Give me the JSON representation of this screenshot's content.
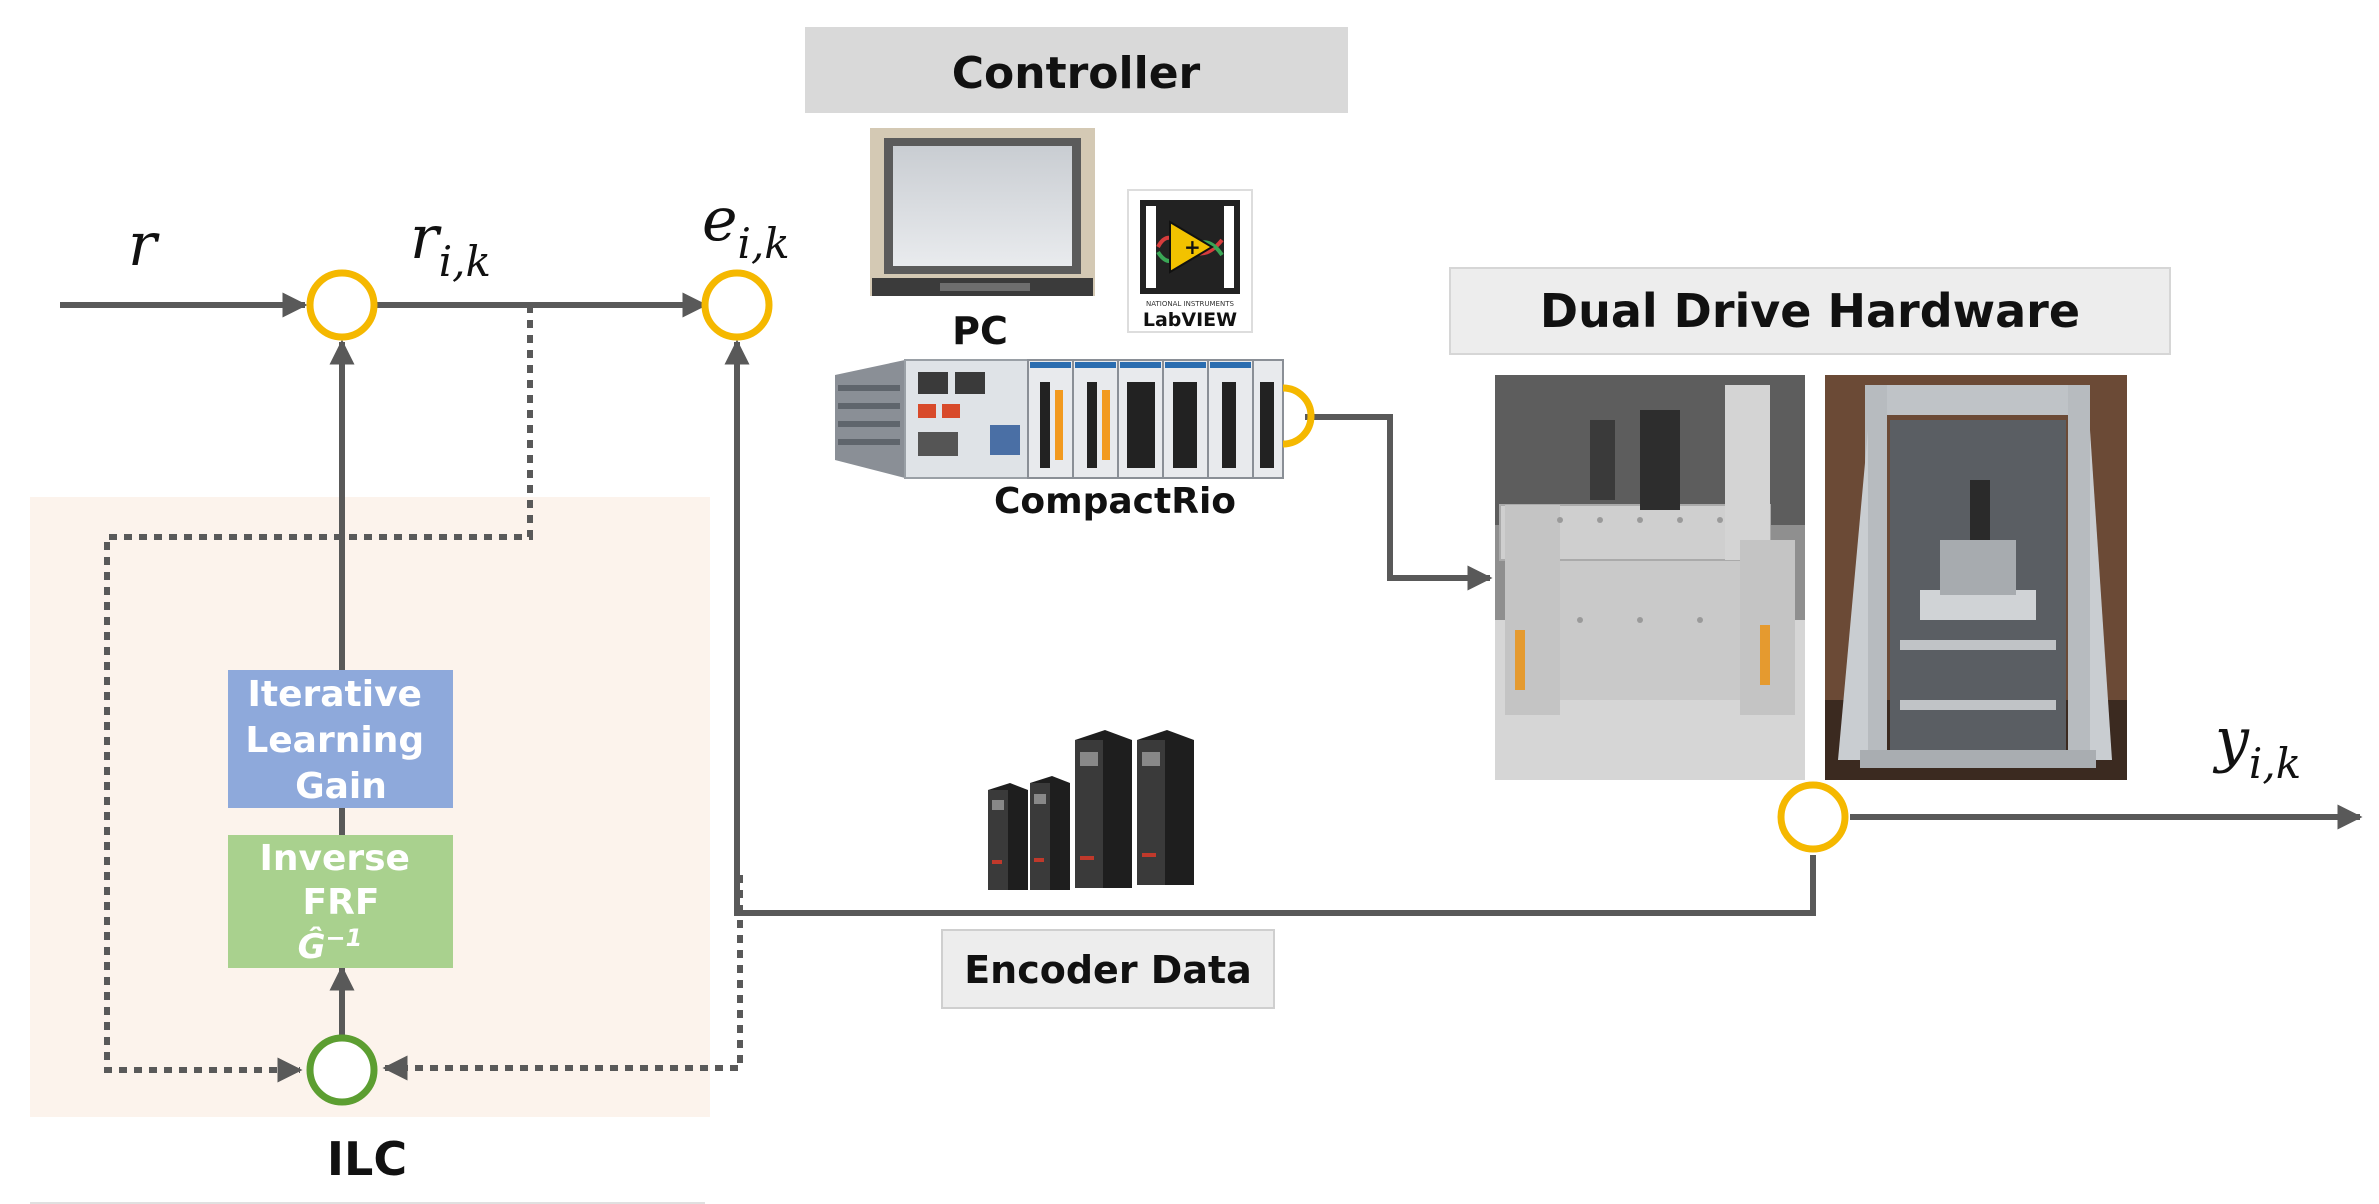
{
  "labels": {
    "controller": "Controller",
    "pc": "PC",
    "compactrio": "CompactRio",
    "dual_drive": "Dual Drive Hardware",
    "encoder": "Encoder Data",
    "ilc": "ILC",
    "r": "r",
    "r_ik_base": "r",
    "r_ik_sub": "i,k",
    "e_ik_base": "e",
    "e_ik_sub": "i,k",
    "y_ik_base": "y",
    "y_ik_sub": "i,k"
  },
  "blocks": {
    "gain_lines": [
      "Iterative",
      "Learning",
      "Gain"
    ],
    "frf_lines": [
      "Inverse",
      "FRF"
    ],
    "frf_symbol_base": "Ĝ",
    "frf_symbol_sup": "−1"
  },
  "logos": {
    "labview_top": "NATIONAL INSTRUMENTS",
    "labview_name": "LabVIEW"
  },
  "colors": {
    "arrow": "#595959",
    "junction_yellow": "#F5B800",
    "junction_green": "#5C9E31",
    "gain_block": "#8EA9DB",
    "frf_block": "#A9D18E",
    "ilc_region": "#FCF3EC",
    "label_box": "#D9D9D9",
    "label_box_light": "#EDEDED"
  }
}
